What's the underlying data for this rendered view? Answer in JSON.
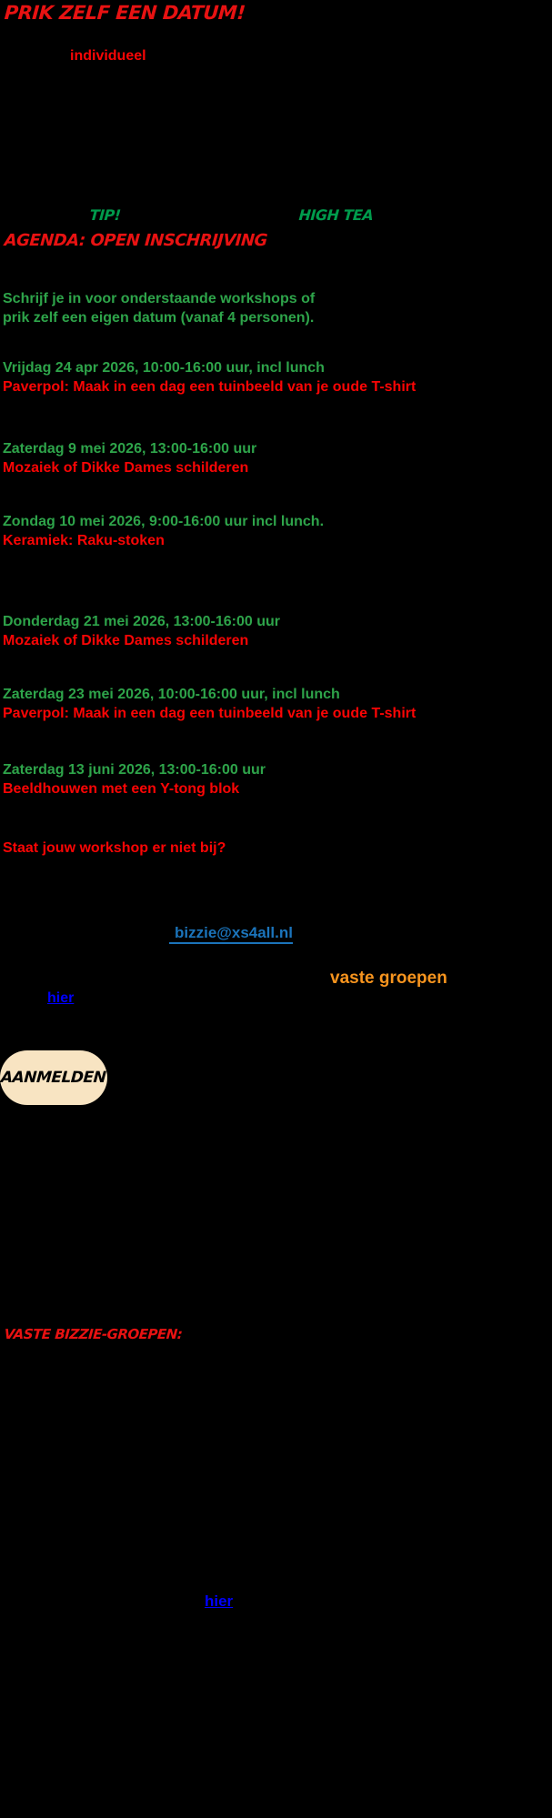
{
  "colors": {
    "background": "#000000",
    "heading_red": "#E81212",
    "body_red": "#FB0505",
    "heading_green": "#009B4C",
    "body_green": "#2EA44A",
    "orange": "#F7941E",
    "email_blue": "#1B74BB",
    "link_blue": "#0000FF",
    "button_bg": "#F8E4C2",
    "button_text": "#000000"
  },
  "header": {
    "title": "PRIK ZELF EEN DATUM!",
    "individueel_highlight": "individueel"
  },
  "highlights": {
    "tip": "TIP!",
    "high_tea": "HIGH TEA"
  },
  "agenda": {
    "heading": "AGENDA: OPEN INSCHRIJVING",
    "intro_line1": "Schrijf je in voor onderstaande workshops of",
    "intro_line2": "prik zelf een eigen datum (vanaf 4 personen).",
    "workshops": [
      {
        "date": "Vrijdag 24 apr 2026, 10:00-16:00 uur, incl lunch",
        "title": "Paverpol: Maak in een dag een tuinbeeld van je oude T-shirt"
      },
      {
        "date": "Zaterdag 9 mei 2026, 13:00-16:00 uur",
        "title": "Mozaiek of Dikke Dames schilderen"
      },
      {
        "date": "Zondag 10 mei 2026, 9:00-16:00 uur incl lunch.",
        "title": "Keramiek: Raku-stoken"
      },
      {
        "date": "Donderdag 21 mei 2026, 13:00-16:00 uur",
        "title": "Mozaiek of Dikke Dames schilderen"
      },
      {
        "date": "Zaterdag 23 mei 2026, 10:00-16:00 uur, incl lunch",
        "title": "Paverpol: Maak in een dag een tuinbeeld van je oude T-shirt"
      },
      {
        "date": "Zaterdag 13 juni 2026, 13:00-16:00 uur",
        "title": "Beeldhouwen met een Y-tong blok"
      }
    ],
    "not_listed_question": "Staat jouw workshop er niet bij?"
  },
  "contact": {
    "email_link": "bizzie@xs4all.nl",
    "vaste_groepen_highlight": "vaste groepen",
    "hier_link": "hier"
  },
  "signup": {
    "button_label": "AANMELDEN"
  },
  "groups": {
    "heading": "VASTE BIZZIE-GROEPEN:",
    "hier_link": "hier"
  }
}
